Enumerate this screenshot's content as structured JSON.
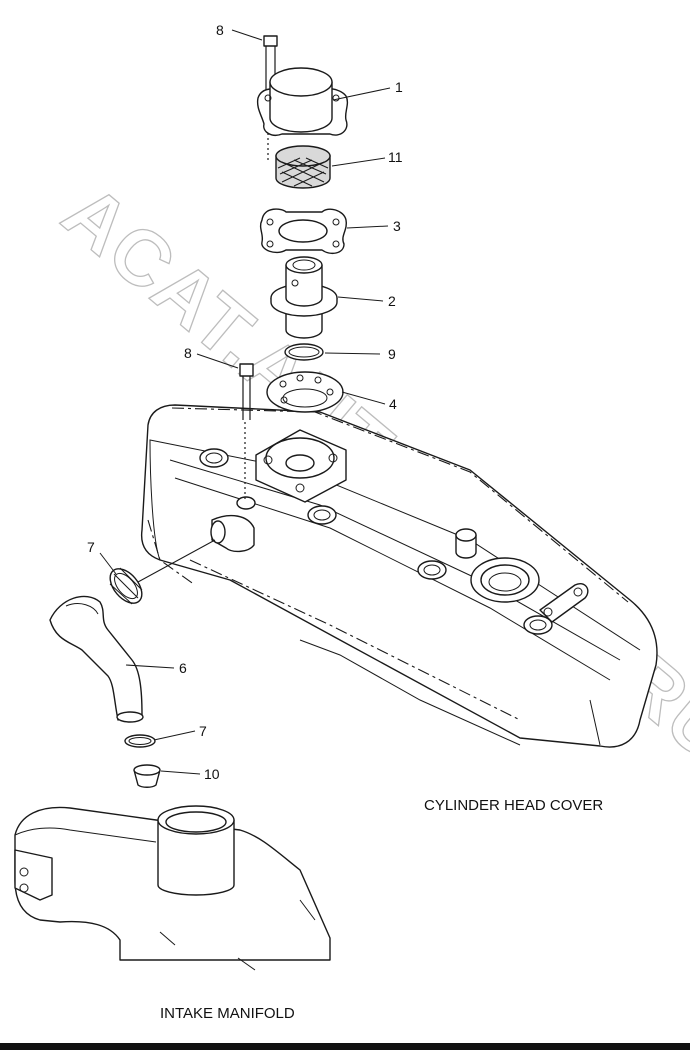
{
  "watermark": "ACAT.AUTODILER.RU",
  "captions": {
    "cylinder_head_cover": "CYLINDER HEAD COVER",
    "intake_manifold": "INTAKE MANIFOLD"
  },
  "callouts": {
    "bolt_top": "8",
    "cap": "1",
    "screen": "11",
    "gasket": "3",
    "valve_body": "2",
    "o_ring": "9",
    "bolt_mid": "8",
    "plate": "4",
    "clamp_upper": "7",
    "hose": "6",
    "clamp_lower": "7",
    "grommet": "10"
  }
}
